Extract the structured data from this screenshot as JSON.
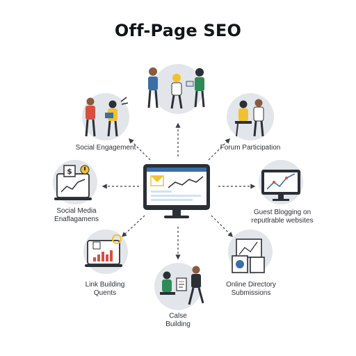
{
  "title": "Off-Page SEO",
  "nodes": {
    "top": {
      "label_lines": []
    },
    "social_engagement": {
      "label_lines": [
        "Social Engagement"
      ]
    },
    "forum_participation": {
      "label_lines": [
        "Forum Participation"
      ]
    },
    "social_media": {
      "label_lines": [
        "Social Media",
        "Enaflagamens"
      ]
    },
    "guest_blogging": {
      "label_lines": [
        "Guest Blogging on",
        "reputlrable websites"
      ]
    },
    "link_building": {
      "label_lines": [
        "Link Building",
        "Quents"
      ]
    },
    "online_directory": {
      "label_lines": [
        "Online Directory",
        "Submissions"
      ]
    },
    "calse_building": {
      "label_lines": [
        "Calse",
        "Building"
      ]
    }
  },
  "center": {
    "icon": "monitor-dashboard-icon"
  },
  "colors": {
    "circle": "#e2e6ea",
    "outline": "#2b2f36",
    "accent_yellow": "#f2c12e",
    "accent_blue": "#3a6ea5",
    "accent_red": "#d94f3d",
    "screen_blue": "#cfe2f3"
  }
}
